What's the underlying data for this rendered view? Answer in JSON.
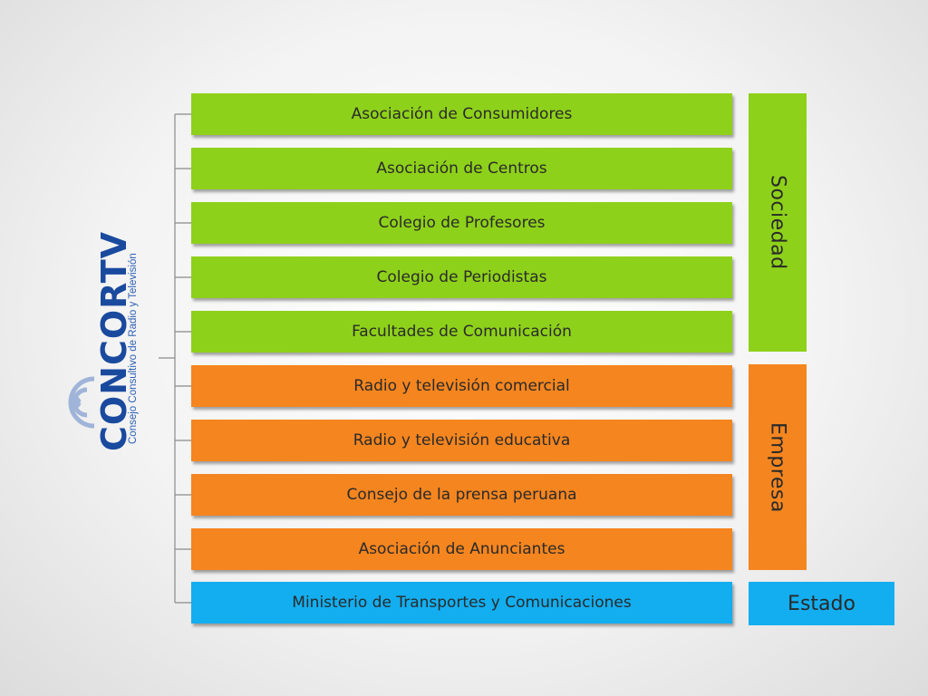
{
  "logo": {
    "name": "CONCORTV",
    "subtitle": "Consejo Consultivo de Radio y Televisión"
  },
  "members": [
    {
      "label": "Asociación de Consumidores",
      "group": "sociedad"
    },
    {
      "label": "Asociación de Centros",
      "group": "sociedad"
    },
    {
      "label": "Colegio de Profesores",
      "group": "sociedad"
    },
    {
      "label": "Colegio de Periodistas",
      "group": "sociedad"
    },
    {
      "label": "Facultades de Comunicación",
      "group": "sociedad"
    },
    {
      "label": "Radio y televisión comercial",
      "group": "empresa"
    },
    {
      "label": "Radio y televisión educativa",
      "group": "empresa"
    },
    {
      "label": "Consejo de la prensa peruana",
      "group": "empresa"
    },
    {
      "label": "Asociación de Anunciantes",
      "group": "empresa"
    },
    {
      "label": "Ministerio de Transportes y Comunicaciones",
      "group": "estado"
    }
  ],
  "categories": {
    "sociedad": "Sociedad",
    "empresa": "Empresa",
    "estado": "Estado"
  },
  "colors": {
    "sociedad": "#8ed11a",
    "empresa": "#f5851f",
    "estado": "#13aef0",
    "logo": "#1a4a9e"
  }
}
